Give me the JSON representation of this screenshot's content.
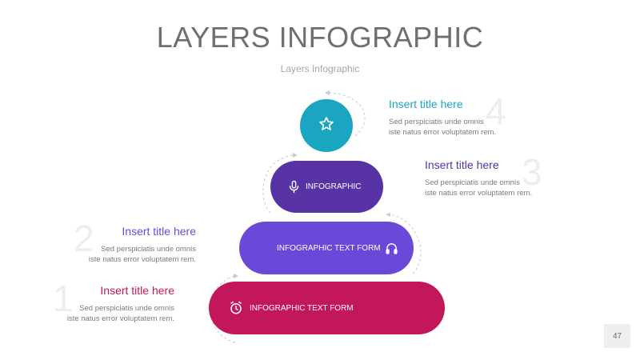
{
  "header": {
    "title": "LAYERS INFOGRAPHIC",
    "subtitle": "Layers Infographic"
  },
  "layers": [
    {
      "label": "INFOGRAPHIC TEXT FORM",
      "icon": "alarm-clock-icon",
      "color": "#c2185b"
    },
    {
      "label": "INFOGRAPHIC TEXT FORM",
      "icon": "headphones-icon",
      "color": "#6a49d8"
    },
    {
      "label": "INFOGRAPHIC",
      "icon": "microphone-icon",
      "color": "#5733a5"
    },
    {
      "label": "",
      "icon": "star-icon",
      "color": "#1ba5c0"
    }
  ],
  "captions": [
    {
      "number": "1",
      "title": "Insert title here",
      "body_line1": "Sed perspiciatis unde omnis",
      "body_line2": "iste natus error voluptatem rem.",
      "color": "#c2185b"
    },
    {
      "number": "2",
      "title": "Insert title here",
      "body_line1": "Sed perspiciatis unde omnis",
      "body_line2": "iste natus error voluptatem rem.",
      "color": "#6a49d8"
    },
    {
      "number": "3",
      "title": "Insert title here",
      "body_line1": "Sed perspiciatis unde omnis",
      "body_line2": "iste natus error voluptatem rem.",
      "color": "#5733a5"
    },
    {
      "number": "4",
      "title": "Insert title here",
      "body_line1": "Sed perspiciatis unde omnis",
      "body_line2": "iste natus error voluptatem rem.",
      "color": "#1ba5c0"
    }
  ],
  "footer": {
    "page_number": "47"
  }
}
